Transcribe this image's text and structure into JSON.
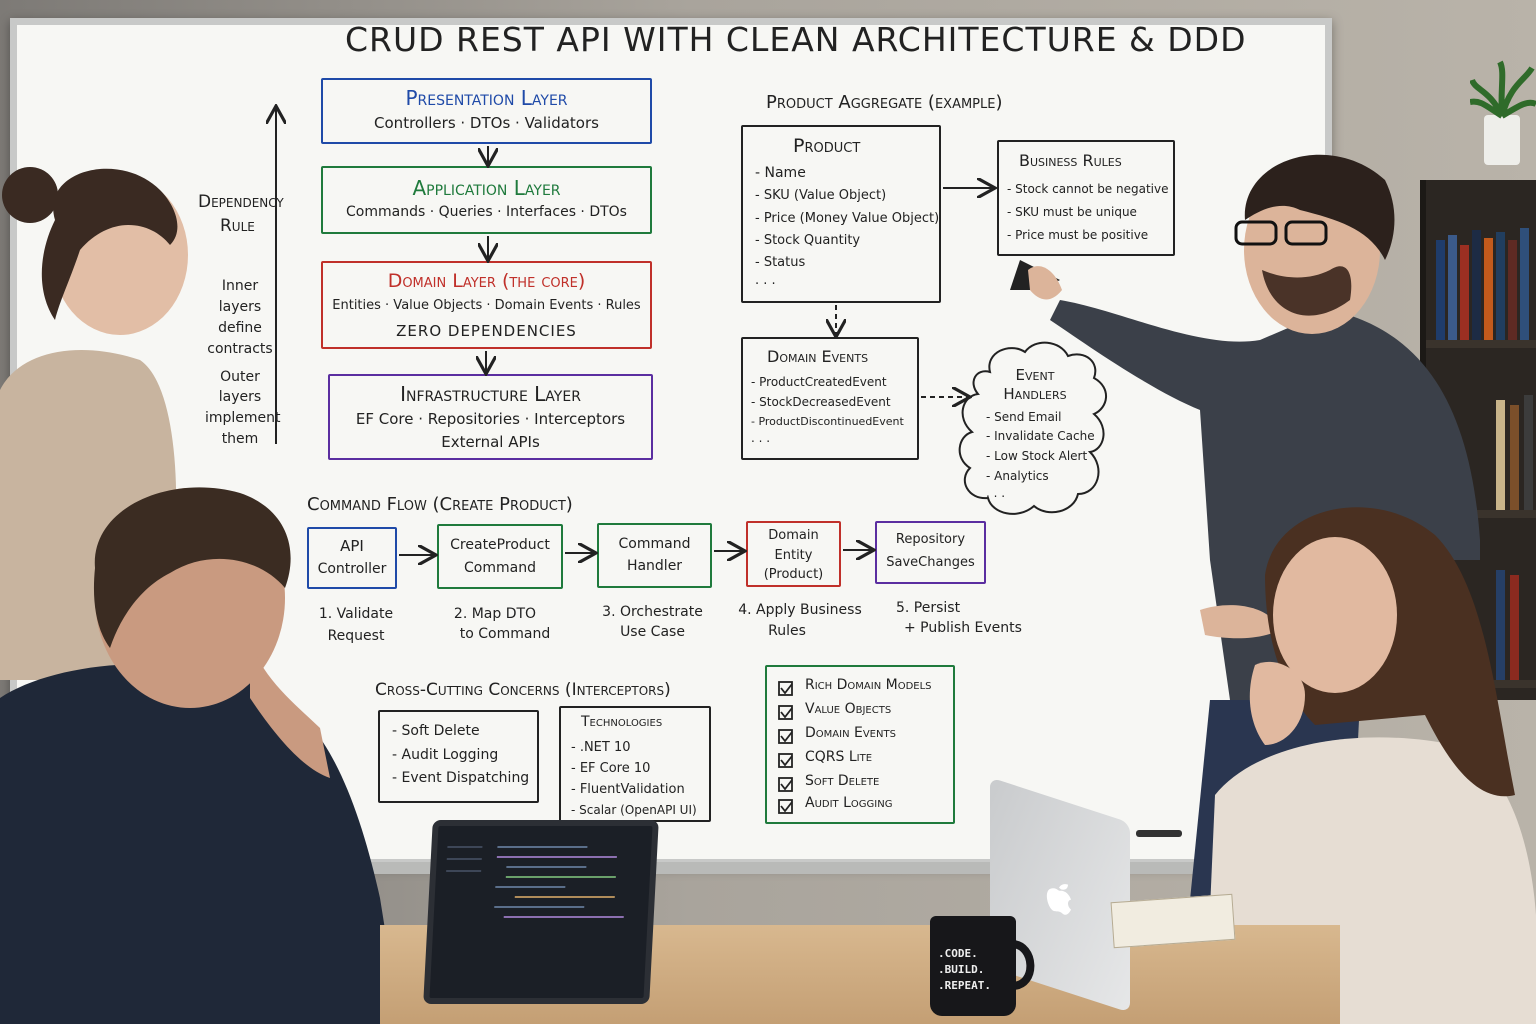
{
  "title": "CRUD REST API WITH CLEAN ARCHITECTURE & DDD",
  "layers": {
    "presentation": {
      "title": "Presentation Layer",
      "items": "Controllers · DTOs · Validators",
      "color": "#1f4aa8"
    },
    "application": {
      "title": "Application Layer",
      "items": "Commands · Queries · Interfaces · DTOs",
      "color": "#1f7a3c"
    },
    "domain": {
      "title": "Domain Layer (the core)",
      "items": "Entities · Value Objects · Domain Events · Rules",
      "extra": "ZERO DEPENDENCIES",
      "color": "#c0302a"
    },
    "infrastructure": {
      "title": "Infrastructure Layer",
      "items": "EF Core · Repositories · Interceptors",
      "extra": "External APIs",
      "color": "#5b2ea0"
    }
  },
  "dependency_rule": {
    "title_line1": "Dependency",
    "title_line2": "Rule",
    "inner": [
      "Inner",
      "layers",
      "define",
      "contracts"
    ],
    "outer": [
      "Outer",
      "layers",
      "implement",
      "them"
    ]
  },
  "aggregate": {
    "heading": "Product Aggregate (example)",
    "product_title": "Product",
    "product_items": [
      "- Name",
      "- SKU (Value Object)",
      "- Price (Money Value Object)",
      "- Stock Quantity",
      "- Status",
      "  . . ."
    ],
    "rules_title": "Business Rules",
    "rules_items": [
      "- Stock cannot be negative",
      "- SKU must be unique",
      "- Price must be positive"
    ],
    "events_title": "Domain Events",
    "events_items": [
      "- ProductCreatedEvent",
      "- StockDecreasedEvent",
      "- ProductDiscontinuedEvent",
      "  . . ."
    ],
    "handlers_title1": "Event",
    "handlers_title2": "Handlers",
    "handlers_items": [
      "- Send Email",
      "- Invalidate Cache",
      "- Low Stock Alert",
      "- Analytics",
      "  . . ."
    ]
  },
  "command_flow": {
    "heading": "Command Flow (Create Product)",
    "steps": [
      {
        "box1": "API",
        "box2": "Controller",
        "box3": "",
        "cap1": "1. Validate",
        "cap2": "Request",
        "color": "#1f4aa8"
      },
      {
        "box1": "CreateProduct",
        "box2": "Command",
        "box3": "",
        "cap1": "2. Map DTO",
        "cap2": "to Command",
        "color": "#1f7a3c"
      },
      {
        "box1": "Command",
        "box2": "Handler",
        "box3": "",
        "cap1": "3. Orchestrate",
        "cap2": "Use Case",
        "color": "#1f7a3c"
      },
      {
        "box1": "Domain",
        "box2": "Entity",
        "box3": "(Product)",
        "cap1": "4. Apply Business",
        "cap2": "Rules",
        "color": "#c0302a"
      },
      {
        "box1": "Repository",
        "box2": "SaveChanges",
        "box3": "",
        "cap1": "5. Persist",
        "cap2": "+ Publish Events",
        "color": "#5b2ea0"
      }
    ]
  },
  "cross_cutting": {
    "heading": "Cross-Cutting Concerns (Interceptors)",
    "items": [
      "- Soft Delete",
      "- Audit Logging",
      "- Event Dispatching"
    ]
  },
  "technologies": {
    "title": "Technologies",
    "items": [
      "- .NET 10",
      "- EF Core 10",
      "- FluentValidation",
      "- Scalar (OpenAPI UI)"
    ]
  },
  "checklist": {
    "color": "#1f7a3c",
    "items": [
      "Rich Domain Models",
      "Value Objects",
      "Domain Events",
      "CQRS Lite",
      "Soft Delete",
      "Audit Logging"
    ]
  },
  "mug": {
    "line1": ".CODE.",
    "line2": ".BUILD.",
    "line3": ".REPEAT."
  }
}
